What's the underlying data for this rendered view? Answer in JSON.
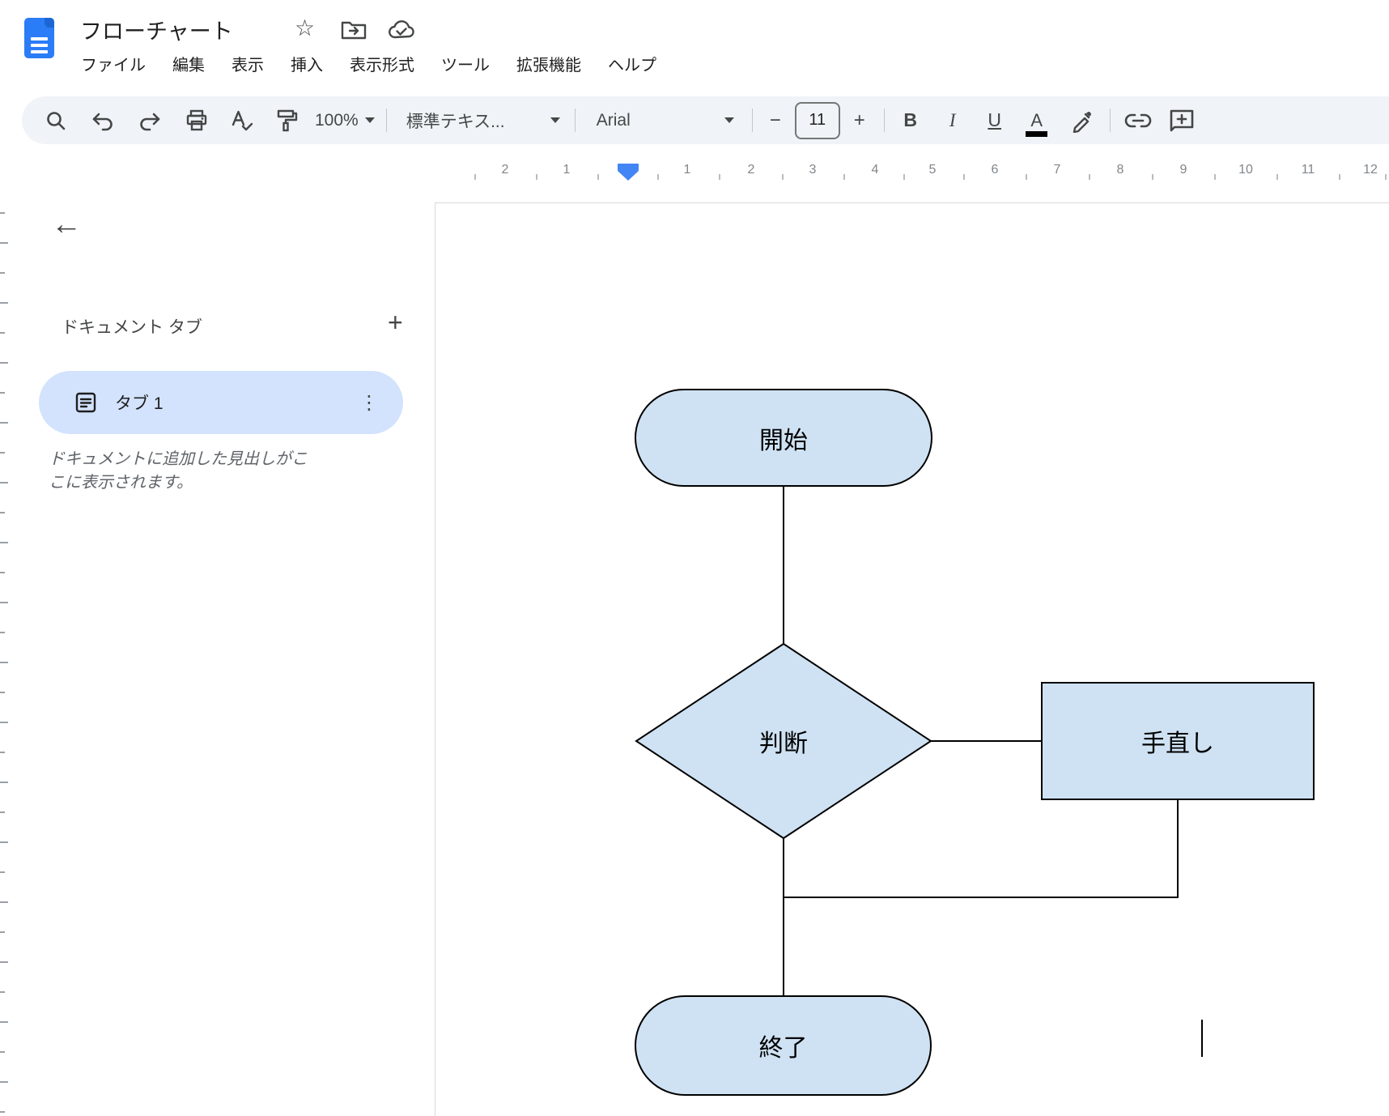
{
  "header": {
    "title": "フローチャート",
    "menus": [
      "ファイル",
      "編集",
      "表示",
      "挿入",
      "表示形式",
      "ツール",
      "拡張機能",
      "ヘルプ"
    ],
    "icons": [
      "star",
      "move-to-folder",
      "cloud-saved"
    ]
  },
  "toolbar": {
    "zoom": "100%",
    "style_dropdown": "標準テキス...",
    "font_dropdown": "Arial",
    "font_size": "11",
    "bold_label": "B",
    "italic_label": "I",
    "underline_label": "U",
    "text_color_label": "A",
    "minus_label": "−",
    "plus_label": "+"
  },
  "ruler": {
    "numbers": [
      "2",
      "1",
      "1",
      "2",
      "3",
      "4",
      "5",
      "6",
      "7",
      "8",
      "9",
      "10",
      "11",
      "12"
    ]
  },
  "sidebar": {
    "title": "ドキュメント タブ",
    "add_label": "+",
    "tab1_label": "タブ 1",
    "menu_dots": "⋮",
    "back_arrow": "←",
    "hint_line1": "ドキュメントに追加した見出しがこ",
    "hint_line2": "こに表示されます。"
  },
  "flowchart": {
    "nodes": {
      "start": {
        "label": "開始",
        "shape": "stadium"
      },
      "decision": {
        "label": "判断",
        "shape": "diamond"
      },
      "rework": {
        "label": "手直し",
        "shape": "rectangle"
      },
      "end": {
        "label": "終了",
        "shape": "stadium"
      }
    },
    "edges": [
      {
        "from": "start",
        "to": "decision"
      },
      {
        "from": "decision",
        "to": "rework"
      },
      {
        "from": "decision",
        "to": "end"
      },
      {
        "from": "rework",
        "to": "end-line"
      }
    ]
  },
  "colors": {
    "shape_fill": "#cfe2f3",
    "shape_border": "#000000",
    "selected_tab_pill": "#d3e3fd",
    "toolbar_bg": "#f0f4f9",
    "ruler_marker_blue": "#4285f4",
    "docs_logo_blue": "#2b7cf7",
    "icon_gray": "#444746"
  }
}
